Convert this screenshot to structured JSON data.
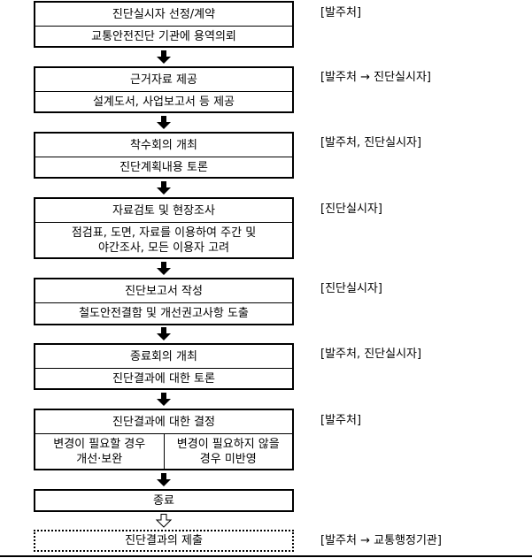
{
  "steps": [
    {
      "title": "진단실시자 선정/계약",
      "desc": "교통안전진단 기관에 용역의뢰",
      "side": "[발주처]"
    },
    {
      "title": "근거자료 제공",
      "desc": "설계도서, 사업보고서 등 제공",
      "side": "[발주처 → 진단실시자]"
    },
    {
      "title": "착수회의 개최",
      "desc": "진단계획내용 토론",
      "side": "[발주처, 진단실시자]"
    },
    {
      "title": "자료검토 및 현장조사",
      "desc_line1": "점검표, 도면, 자료를 이용하여 주간 및",
      "desc_line2": "야간조사, 모든 이용자 고려",
      "side": "[진단실시자]"
    },
    {
      "title": "진단보고서 작성",
      "desc": "철도안전결함 및 개선권고사항 도출",
      "side": "[진단실시자]"
    },
    {
      "title": "종료회의 개최",
      "desc": "진단결과에 대한 토론",
      "side": "[발주처, 진단실시자]"
    },
    {
      "title": "진단결과에 대한 결정",
      "left_line1": "변경이 필요할 경우",
      "left_line2": "개선·보완",
      "right_line1": "변경이 필요하지 않을",
      "right_line2": "경우 미반영",
      "side": "[발주처]"
    },
    {
      "title": "종료"
    },
    {
      "title": "진단결과의 제출",
      "side": "[발주처 → 교통행정기관]"
    }
  ]
}
